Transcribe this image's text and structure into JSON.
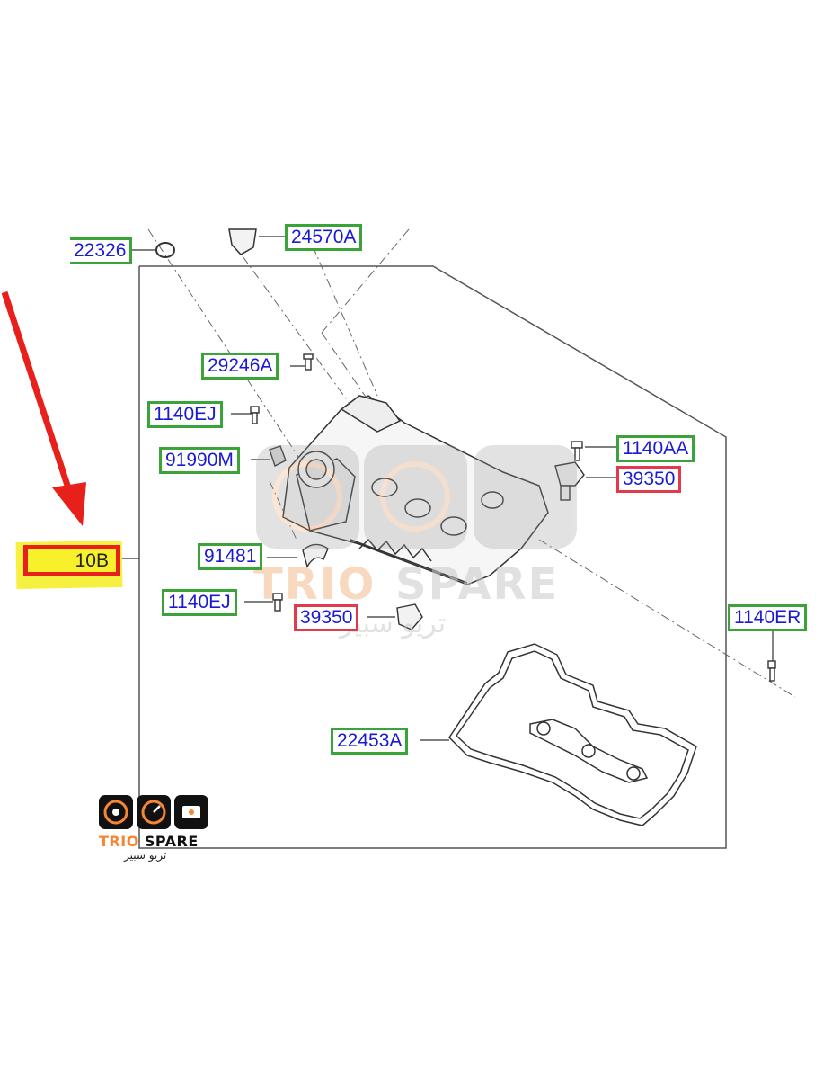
{
  "watermark": {
    "brand_word_1": "TRIO",
    "brand_word_2": "SPARE",
    "arabic": "تريو سبير"
  },
  "logo": {
    "brand_word_1": "TRIO",
    "brand_word_2": "SPARE",
    "arabic": "تريو سبير",
    "icons": [
      "speaker-icon",
      "gauge-icon",
      "engine-icon"
    ]
  },
  "highlight": {
    "label": "10B",
    "colors": {
      "box": "#e8201c",
      "marker": "#f5ee1e",
      "arrow": "#e8201c"
    }
  },
  "labels": {
    "l22326": "22326",
    "l24570A": "24570A",
    "l29246A": "29246A",
    "l1140EJ_top": "1140EJ",
    "l91990M": "91990M",
    "l1140AA": "1140AA",
    "l39350_right": "39350",
    "l91481": "91481",
    "l1140EJ_bottom": "1140EJ",
    "l39350_bottom": "39350",
    "l1140ER": "1140ER",
    "l22453A": "22453A"
  },
  "colors": {
    "label_text": "#1a1ad6",
    "label_border_green": "#3aa33a",
    "label_border_red": "#e23a4a"
  }
}
